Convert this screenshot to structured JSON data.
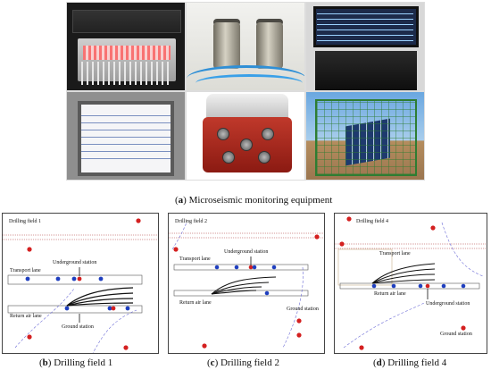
{
  "panel_a": {
    "caption_letter": "a",
    "caption_text": "Microseismic monitoring equipment"
  },
  "panel_b": {
    "caption_letter": "b",
    "caption_text": "Drilling field 1",
    "map": {
      "field_label": "Drilling field 1",
      "transport_lane": "Transport lane",
      "underground_station": "Underground station",
      "return_air_lane": "Return air lane",
      "ground_station": "Ground station"
    }
  },
  "panel_c": {
    "caption_letter": "c",
    "caption_text": "Drilling field 2",
    "map": {
      "field_label": "Drilling field 2",
      "transport_lane": "Transport lane",
      "underground_station": "Underground station",
      "return_air_lane": "Return air lane",
      "ground_station": "Ground station"
    }
  },
  "panel_d": {
    "caption_letter": "d",
    "caption_text": "Drilling field 4",
    "map": {
      "field_label": "Drilling field 4",
      "transport_lane": "Transport lane",
      "underground_station": "Underground station",
      "return_air_lane": "Return air lane",
      "ground_station": "Ground station"
    }
  },
  "colors": {
    "underground_station_dot": "#1f3fbf",
    "ground_station_dot": "#d42020",
    "borehole_line": "#111111",
    "contour_line": "#6b6bd6"
  }
}
